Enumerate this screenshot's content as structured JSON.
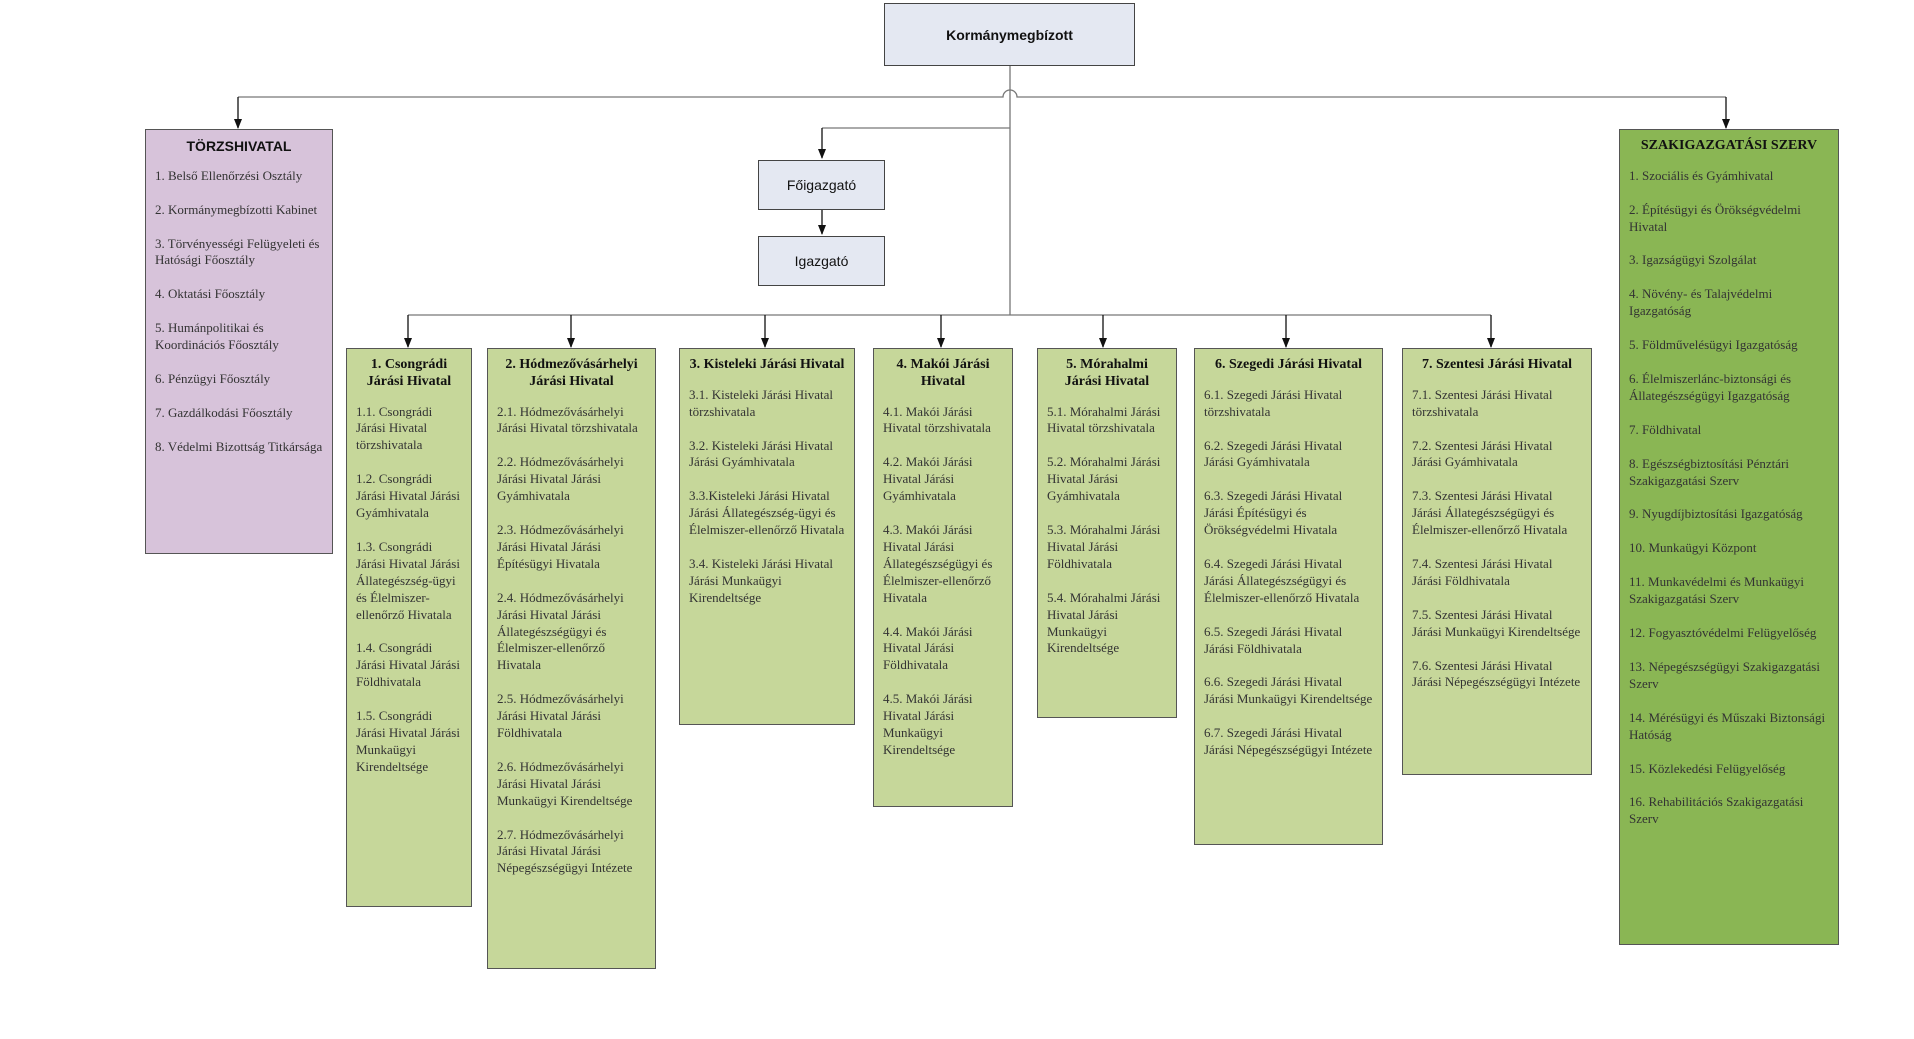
{
  "top": {
    "title": "Kormánymegbízott"
  },
  "deputy": {
    "title": "Főigazgató"
  },
  "director": {
    "title": "Igazgató"
  },
  "left": {
    "title": "TÖRZSHIVATAL",
    "items": [
      "1. Belső Ellenőrzési Osztály",
      "2. Kormánymegbízotti Kabinet",
      "3. Törvényességi Felügyeleti és Hatósági Főosztály",
      "4. Oktatási Főosztály",
      "5. Humánpolitikai és Koordinációs Főosztály",
      "6. Pénzügyi Főosztály",
      "7. Gazdálkodási Főosztály",
      "8. Védelmi Bizottság Titkársága"
    ]
  },
  "right": {
    "title": "SZAKIGAZGATÁSI SZERV",
    "items": [
      "1. Szociális és Gyámhivatal",
      "2. Építésügyi és Örökségvédelmi Hivatal",
      "3. Igazságügyi Szolgálat",
      "4. Növény- és Talajvédelmi Igazgatóság",
      "5. Földművelésügyi Igazgatóság",
      "6. Élelmiszerlánc-biztonsági és Állategészségügyi Igazgatóság",
      "7. Földhivatal",
      "8. Egészségbiztosítási Pénztári Szakigazgatási Szerv",
      "9. Nyugdíjbiztosítási Igazgatóság",
      "10. Munkaügyi Központ",
      "11. Munkavédelmi és Munkaügyi Szakigazgatási Szerv",
      "12. Fogyasztóvédelmi Felügyelőség",
      "13. Népegészségügyi Szakigazgatási Szerv",
      "14. Mérésügyi és Műszaki Biztonsági Hatóság",
      "15. Közlekedési Felügyelőség",
      "16. Rehabilitációs Szakigazgatási Szerv"
    ]
  },
  "districts": [
    {
      "title": "1. Csongrádi Járási Hivatal",
      "items": [
        "1.1. Csongrádi Járási Hivatal törzshivatala",
        "1.2. Csongrádi Járási Hivatal Járási Gyámhivatala",
        "1.3. Csongrádi Járási Hivatal Járási Állategészség-ügyi és Élelmiszer-ellenőrző Hivatala",
        "1.4. Csongrádi Járási Hivatal Járási Földhivatala",
        "1.5. Csongrádi Járási Hivatal Járási Munkaügyi Kirendeltsége"
      ]
    },
    {
      "title": "2. Hódmezővásárhelyi Járási Hivatal",
      "items": [
        "2.1. Hódmezővásárhelyi Járási Hivatal törzshivatala",
        "2.2. Hódmezővásárhelyi Járási Hivatal Járási Gyámhivatala",
        "2.3. Hódmezővásárhelyi Járási Hivatal Járási Építésügyi Hivatala",
        "2.4. Hódmezővásárhelyi Járási Hivatal Járási Állategészségügyi és Élelmiszer-ellenőrző Hivatala",
        "2.5. Hódmezővásárhelyi Járási Hivatal Járási Földhivatala",
        "2.6. Hódmezővásárhelyi Járási Hivatal Járási Munkaügyi Kirendeltsége",
        "2.7. Hódmezővásárhelyi Járási Hivatal Járási Népegészségügyi Intézete"
      ]
    },
    {
      "title": "3. Kisteleki Járási Hivatal",
      "items": [
        "3.1. Kisteleki Járási Hivatal törzshivatala",
        "3.2. Kisteleki Járási Hivatal Járási Gyámhivatala",
        "3.3.Kisteleki Járási Hivatal Járási Állategészség-ügyi és Élelmiszer-ellenőrző Hivatala",
        "3.4. Kisteleki Járási Hivatal Járási Munkaügyi Kirendeltsége"
      ]
    },
    {
      "title": "4. Makói Járási Hivatal",
      "items": [
        "4.1. Makói Járási Hivatal törzshivatala",
        "4.2. Makói Járási Hivatal Járási Gyámhivatala",
        "4.3. Makói Járási Hivatal Járási Állategészségügyi és Élelmiszer-ellenőrző Hivatala",
        "4.4. Makói Járási Hivatal Járási Földhivatala",
        "4.5. Makói Járási Hivatal Járási Munkaügyi Kirendeltsége"
      ]
    },
    {
      "title": "5. Mórahalmi Járási Hivatal",
      "items": [
        "5.1. Mórahalmi Járási Hivatal törzshivatala",
        "5.2. Mórahalmi Járási Hivatal Járási Gyámhivatala",
        "5.3. Mórahalmi Járási Hivatal Járási Földhivatala",
        "5.4. Mórahalmi Járási Hivatal Járási Munkaügyi Kirendeltsége"
      ]
    },
    {
      "title": "6. Szegedi Járási Hivatal",
      "items": [
        "6.1. Szegedi Járási Hivatal törzshivatala",
        "6.2. Szegedi Járási Hivatal Járási Gyámhivatala",
        "6.3. Szegedi Járási Hivatal Járási Építésügyi és Örökségvédelmi Hivatala",
        "6.4. Szegedi Járási Hivatal Járási Állategészségügyi és Élelmiszer-ellenőrző Hivatala",
        "6.5. Szegedi Járási Hivatal Járási Földhivatala",
        "6.6. Szegedi Járási Hivatal Járási Munkaügyi Kirendeltsége",
        "6.7. Szegedi Járási Hivatal Járási Népegészségügyi Intézete"
      ]
    },
    {
      "title": "7. Szentesi Járási Hivatal",
      "items": [
        "7.1. Szentesi Járási Hivatal törzshivatala",
        "7.2. Szentesi Járási Hivatal Járási Gyámhivatala",
        "7.3. Szentesi Járási Hivatal Járási Állategészségügyi és Élelmiszer-ellenőrző Hivatala",
        "7.4. Szentesi Járási Hivatal Járási Földhivatala",
        "7.5. Szentesi Járási Hivatal Járási Munkaügyi Kirendeltsége",
        "7.6. Szentesi Járási Hivatal Járási Népegészségügyi Intézete"
      ]
    }
  ]
}
